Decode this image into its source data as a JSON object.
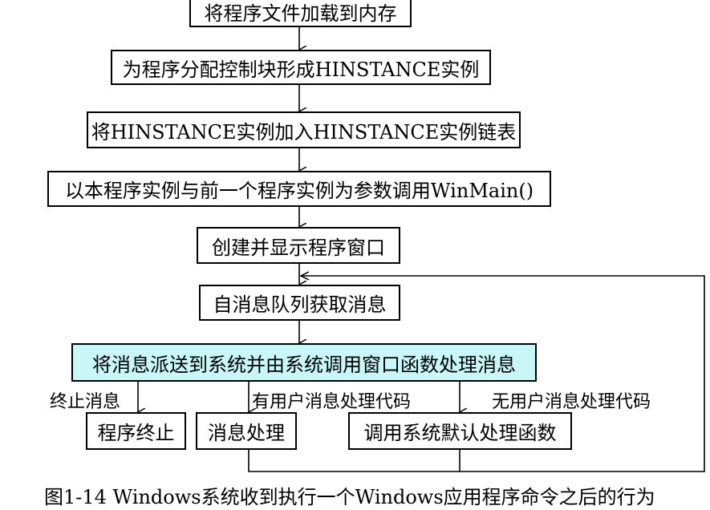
{
  "nodes": {
    "load": "将程序文件加载到内存",
    "alloc": "为程序分配控制块形成HINSTANCE实例",
    "link": "将HINSTANCE实例加入HINSTANCE实例链表",
    "winmain": "以本程序实例与前一个程序实例为参数调用WinMain()",
    "create": "创建并显示程序窗口",
    "get_msg": "自消息队列获取消息",
    "dispatch": "将消息派送到系统并由系统调用窗口函数处理消息",
    "terminate": "程序终止",
    "handle": "消息处理",
    "default": "调用系统默认处理函数"
  },
  "edge_labels": {
    "quit": "终止消息",
    "has_code": "有用户消息处理代码",
    "no_code": "无用户消息处理代码"
  },
  "caption": "图1-14 Windows系统收到执行一个Windows应用程序命令之后的行为"
}
